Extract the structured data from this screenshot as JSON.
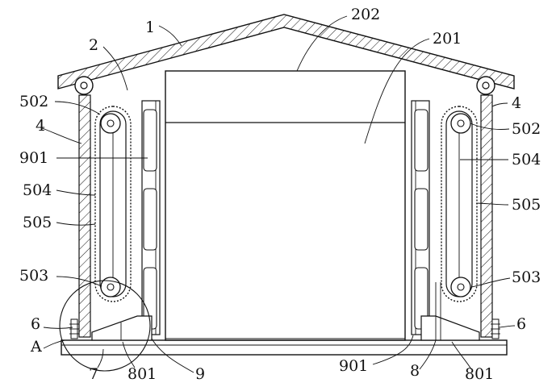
{
  "labels": {
    "l1": "1",
    "l2": "2",
    "l202": "202",
    "l201": "201",
    "l502_left": "502",
    "l4_left": "4",
    "l901_left": "901",
    "l504_left": "504",
    "l505_left": "505",
    "l503_left": "503",
    "l6_left": "6",
    "lA": "A",
    "l7": "7",
    "l801_left": "801",
    "l9": "9",
    "l4_right": "4",
    "l502_right": "502",
    "l504_right": "504",
    "l505_right": "505",
    "l503_right": "503",
    "l6_right": "6",
    "l901_right": "901",
    "l8": "8",
    "l801_right": "801"
  }
}
